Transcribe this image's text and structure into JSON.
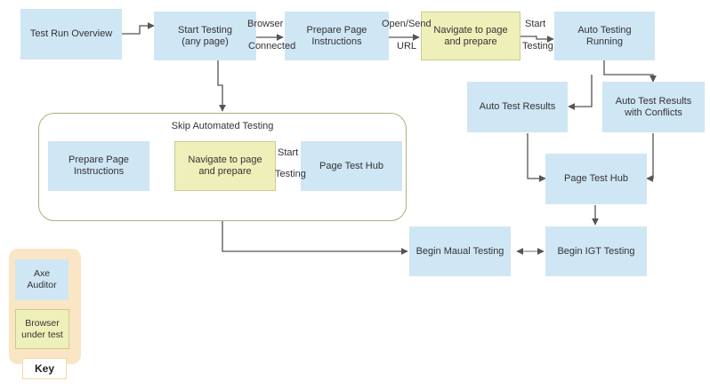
{
  "colors": {
    "axe_auditor": "#cfe6f5",
    "browser_under_test": "#eff0b9",
    "connector": "#555555",
    "group_border": "#a8b27c",
    "key_background": "#fae6c4"
  },
  "nodes": {
    "test_run_overview": "Test Run Overview",
    "start_testing": "Start Testing\n(any page)",
    "prepare_page_instructions": "Prepare Page\nInstructions",
    "navigate_to_page": "Navigate to page\nand prepare",
    "auto_testing_running": "Auto Testing\nRunning",
    "auto_test_results": "Auto Test Results",
    "auto_test_results_conflicts": "Auto Test Results\nwith Conflicts",
    "page_test_hub": "Page Test Hub",
    "begin_manual_testing": "Begin Maual Testing",
    "begin_igt_testing": "Begin IGT Testing"
  },
  "skip_group": {
    "title": "Skip Automated Testing",
    "prepare_page_instructions": "Prepare Page\nInstructions",
    "navigate_to_page": "Navigate to page\nand prepare",
    "page_test_hub": "Page Test Hub",
    "edge_start": "Start",
    "edge_testing": "Testing"
  },
  "edge_labels": {
    "browser": "Browser",
    "connected": "Connected",
    "open_send": "Open/Send",
    "url": "URL",
    "start": "Start",
    "testing": "Testing"
  },
  "key": {
    "title": "Key",
    "axe_auditor": "Axe Auditor",
    "browser_under_test": "Browser\nunder test"
  }
}
